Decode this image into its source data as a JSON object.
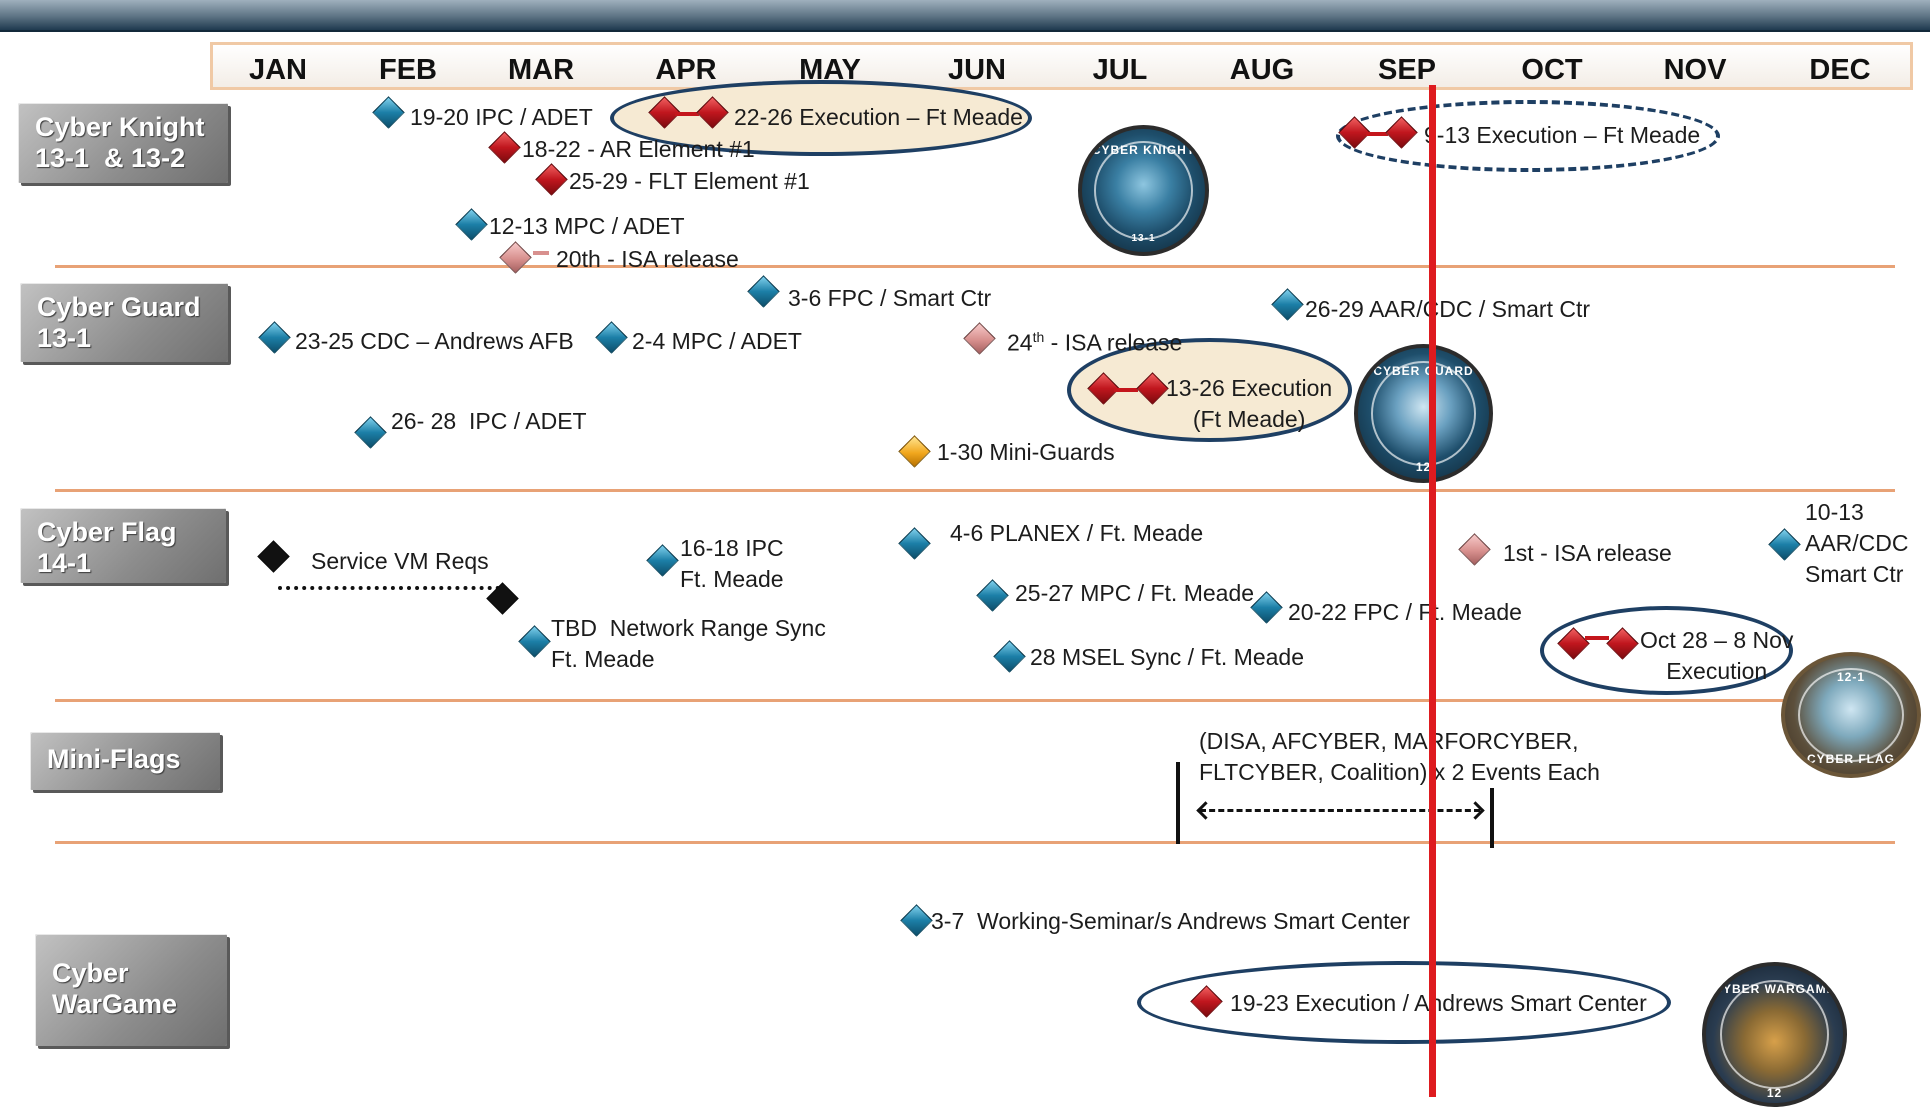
{
  "months": [
    "JAN",
    "FEB",
    "MAR",
    "APR",
    "MAY",
    "JUN",
    "JUL",
    "AUG",
    "SEP",
    "OCT",
    "NOV",
    "DEC"
  ],
  "rows": {
    "cyber_knight": "Cyber Knight\n13-1  & 13-2",
    "cyber_guard": "Cyber Guard\n13-1",
    "cyber_flag": "Cyber Flag\n14-1",
    "mini_flags": "Mini-Flags",
    "cyber_wargame": "Cyber\nWarGame"
  },
  "events": {
    "ck_ipc": "19-20 IPC / ADET",
    "ck_ar": "18-22 - AR Element #1",
    "ck_flt": "25-29 - FLT Element #1",
    "ck_mpc": "12-13 MPC / ADET",
    "ck_isa": "20th - ISA release",
    "ck_exec1": "22-26 Execution – Ft Meade",
    "ck_exec2": "9-13 Execution – Ft Meade",
    "cg_cdc": "23-25 CDC – Andrews AFB",
    "cg_mpc": "2-4 MPC / ADET",
    "cg_fpc": "3-6 FPC / Smart Ctr",
    "cg_isa_day": "24",
    "cg_isa_sup": "th",
    "cg_isa_rest": " - ISA release",
    "cg_aar": "26-29 AAR/CDC / Smart Ctr",
    "cg_ipc": "26- 28  IPC / ADET",
    "cg_mini": "1-30 Mini-Guards",
    "cg_exec": "13-26 Execution\n(Ft Meade)",
    "cf_vm": "Service VM Reqs",
    "cf_ipc": "16-18 IPC\nFt. Meade",
    "cf_planex": "4-6 PLANEX / Ft. Meade",
    "cf_isa": "1st - ISA release",
    "cf_aar": "10-13\nAAR/CDC\nSmart Ctr",
    "cf_mpc": "25-27 MPC / Ft. Meade",
    "cf_fpc": "20-22 FPC / Ft. Meade",
    "cf_tbd": "TBD  Network Range Sync\nFt. Meade",
    "cf_msel": "28 MSEL Sync / Ft. Meade",
    "cf_exec": "Oct 28 – 8 Nov\nExecution",
    "mf_text": "(DISA, AFCYBER, MARFORCYBER,\nFLTCYBER, Coalition) x 2 Events Each",
    "wg_seminar": "3-7  Working-Seminar/s Andrews Smart Center",
    "wg_exec": "19-23 Execution / Andrews Smart Center"
  },
  "seals": {
    "knight": {
      "top": "CYBER KNIGHT",
      "bottom": "13-1"
    },
    "guard": {
      "top": "CYBER GUARD",
      "bottom": "12"
    },
    "flag": {
      "top": "12-1",
      "bottom": "CYBER FLAG"
    },
    "wargame": {
      "top": "CYBER WARGAME",
      "bottom": "12"
    }
  },
  "colors": {
    "accent_line": "#de1b1f",
    "separator": "#e8a276",
    "ellipse": "#1e3f63"
  }
}
